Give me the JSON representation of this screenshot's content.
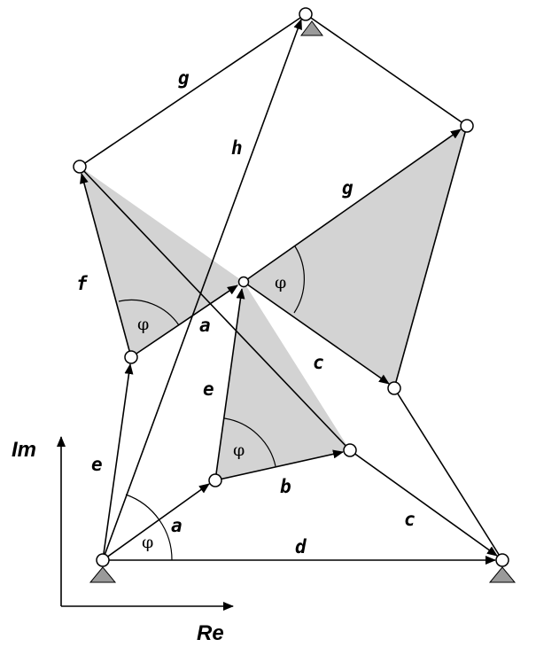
{
  "labels": {
    "a_lower": "a",
    "a_upper": "a",
    "b": "b",
    "c_lower": "c",
    "c_upper": "c",
    "d": "d",
    "e_left": "e",
    "e_inner": "e",
    "f": "f",
    "g_top": "g",
    "g_right": "g",
    "h": "h"
  },
  "angles": {
    "phi_base": "φ",
    "phi_left": "φ",
    "phi_mid": "φ",
    "phi_right": "φ"
  },
  "axes": {
    "imaginary": "Im",
    "real": "Re"
  },
  "colors": {
    "fill": "#d3d3d3",
    "line": "#000000",
    "support": "#9a9a9a"
  }
}
